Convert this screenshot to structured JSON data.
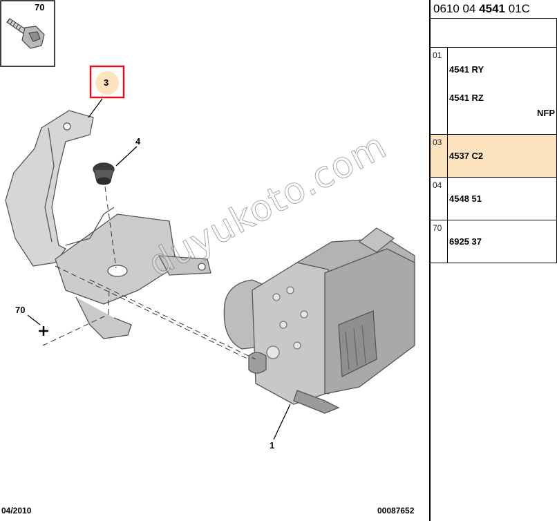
{
  "diagram": {
    "callouts": {
      "c70_top": "70",
      "c3": "3",
      "c4": "4",
      "c70_left": "70",
      "c1": "1"
    },
    "watermark": "duyukoto.com",
    "date": "04/2010",
    "code": "00087652",
    "highlight_color": "#fde4bf",
    "box_color": "#e0101a"
  },
  "panel": {
    "header_prefix": "0610 04 ",
    "header_bold": "4541",
    "header_suffix": " 01C",
    "rows": [
      {
        "num": "01",
        "refs": [
          "4541 RY",
          "4541 RZ"
        ],
        "note": "NFP"
      },
      {
        "num": "03",
        "refs": [
          "4537 C2"
        ]
      },
      {
        "num": "04",
        "refs": [
          "4548 51"
        ]
      },
      {
        "num": "70",
        "refs": [
          "6925 37"
        ]
      }
    ]
  }
}
